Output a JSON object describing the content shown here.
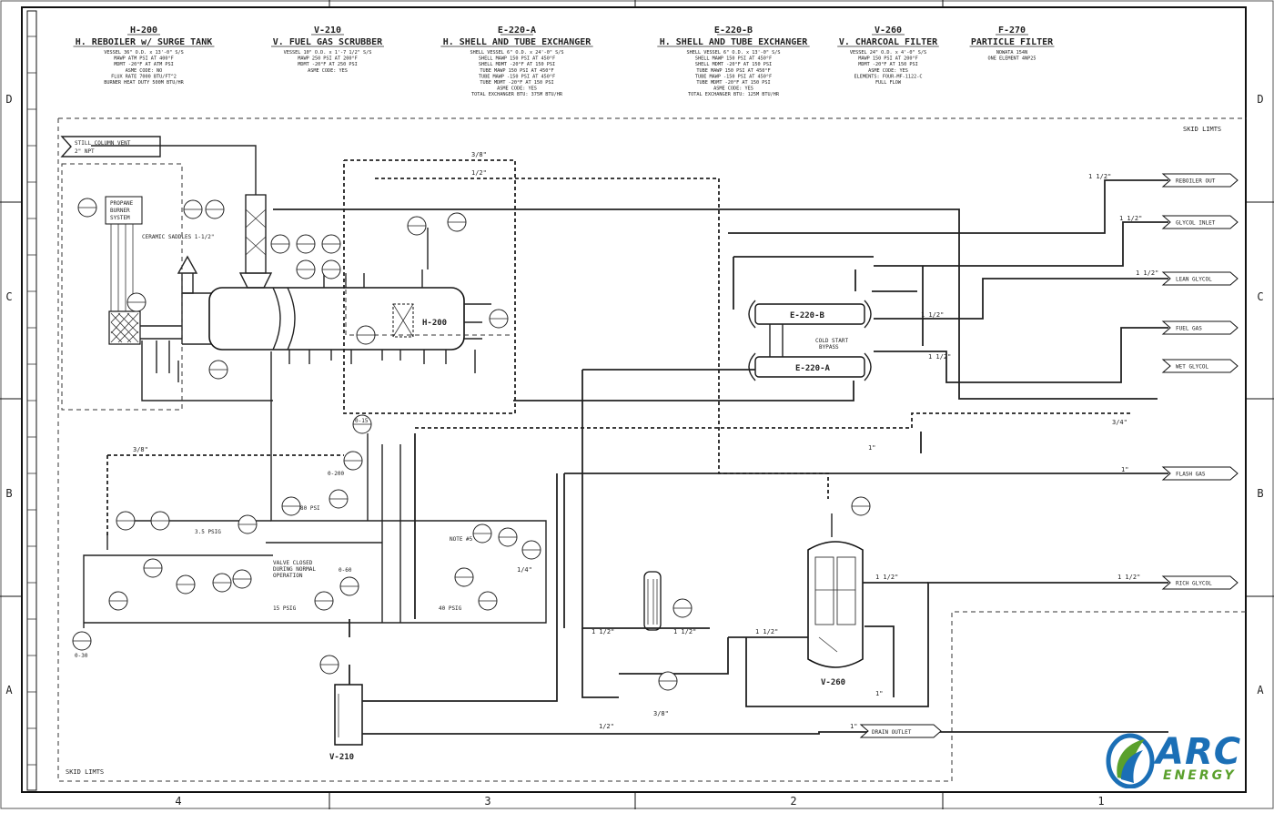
{
  "equipment": [
    {
      "tag": "H-200",
      "name": "H. REBOILER w/ SURGE TANK",
      "specs": [
        "VESSEL 36\" O.D. x 13'-0\" S/S",
        "MAWP ATM PSI AT 400°F",
        "MDMT -20°F AT ATM PSI",
        "ASME CODE: NO",
        "FLUX RATE 7000 BTU/FT^2",
        "BURNER HEAT DUTY 500M BTU/HR"
      ]
    },
    {
      "tag": "V-210",
      "name": "V. FUEL GAS SCRUBBER",
      "specs": [
        "VESSEL 10\" O.D. x 1'-7 1/2\" S/S",
        "MAWP 250 PSI AT 200°F",
        "MDMT -20°F AT 250 PSI",
        "ASME CODE: YES"
      ]
    },
    {
      "tag": "E-220-A",
      "name": "H. SHELL AND TUBE EXCHANGER",
      "specs": [
        "SHELL VESSEL 6\" O.D. x 24'-0\" S/S",
        "SHELL MAWP 150 PSI AT 450°F",
        "SHELL MDMT -20°F AT 150 PSI",
        "TUBE MAWP 150 PSI AT 450°F",
        "TUBE MAWP -150 PSI AT 450°F",
        "TUBE MDMT -20°F AT 150 PSI",
        "ASME CODE: YES",
        "TOTAL EXCHANGER BTU: 375M BTU/HR"
      ]
    },
    {
      "tag": "E-220-B",
      "name": "H. SHELL AND TUBE EXCHANGER",
      "specs": [
        "SHELL VESSEL 6\" O.D. x 13'-0\" S/S",
        "SHELL MAWP 150 PSI AT 450°F",
        "SHELL MDMT -20°F AT 150 PSI",
        "TUBE MAWP 150 PSI AT 450°F",
        "TUBE MAWP -150 PSI AT 450°F",
        "TUBE MDMT -20°F AT 150 PSI",
        "ASME CODE: YES",
        "TOTAL EXCHANGER BTU: 125M BTU/HR"
      ]
    },
    {
      "tag": "V-260",
      "name": "V. CHARCOAL FILTER",
      "specs": [
        "VESSEL 24\" O.D. x 4'-0\" S/S",
        "MAWP 150 PSI AT 200°F",
        "MDMT -20°F AT 150 PSI",
        "ASME CODE: YES",
        "ELEMENTS: FOUR-MF-1122-C",
        "FULL FLOW"
      ]
    },
    {
      "tag": "F-270",
      "name": "PARTICLE FILTER",
      "specs": [
        "NOWATA 154N",
        "ONE ELEMENT 4NP25"
      ]
    }
  ],
  "grid": {
    "columns": [
      "4",
      "3",
      "2",
      "1"
    ],
    "rows": [
      "D",
      "C",
      "B",
      "A"
    ]
  },
  "skid_limits": "SKID LIMTS",
  "drawing_labels": {
    "h200": "H-200",
    "e220b": "E-220-B",
    "e220a": "E-220-A",
    "v260": "V-260",
    "v210": "V-210",
    "ceramic": "CERAMIC SADDLES 1-1/2\"",
    "still_vent": "STILL COLUMN VENT",
    "still_vent2": "2\" NPT",
    "propane": "PROPANE",
    "burner": "BURNER",
    "system": "SYSTEM",
    "note5": "NOTE #5",
    "valve_closed1": "VALVE CLOSED",
    "valve_closed2": "DURING NORMAL",
    "valve_closed3": "OPERATION",
    "cold_start1": "COLD START",
    "cold_start2": "BYPASS",
    "psig35": "3.5 PSIG",
    "psig15": "15 PSIG",
    "psig40": "40 PSIG",
    "psi80": "80 PSI",
    "range0_200": "0-200",
    "range0_60": "0-60",
    "range0_15": "0-15",
    "range0_30": "0-30",
    "sz_1_12": "1 1/2\"",
    "sz_1": "1\"",
    "sz_12": "1/2\"",
    "sz_34": "3/4\"",
    "sz_38": "3/8\"",
    "sz_14": "1/4\""
  },
  "right_connections": [
    {
      "size": "1 1/2\"",
      "note": "REBOILER OUT"
    },
    {
      "size": "1 1/2\"",
      "note": "GLYCOL INLET"
    },
    {
      "size": "1 1/2\"",
      "note": "LEAN GLYCOL"
    },
    {
      "size": "3/4\"",
      "note": "FUEL GAS"
    },
    {
      "size": "",
      "note": "WET GLYCOL"
    },
    {
      "size": "1\"",
      "note": "FLASH GAS"
    },
    {
      "size": "1 1/2\"",
      "note": "RICH GLYCOL"
    }
  ],
  "bottom_connection": {
    "size": "1\"",
    "note": "DRAIN OUTLET"
  },
  "logo": {
    "arc": "ARC",
    "energy": "ENERGY",
    "colors": {
      "blue": "#1b6fb6",
      "green": "#5aa02c"
    }
  }
}
